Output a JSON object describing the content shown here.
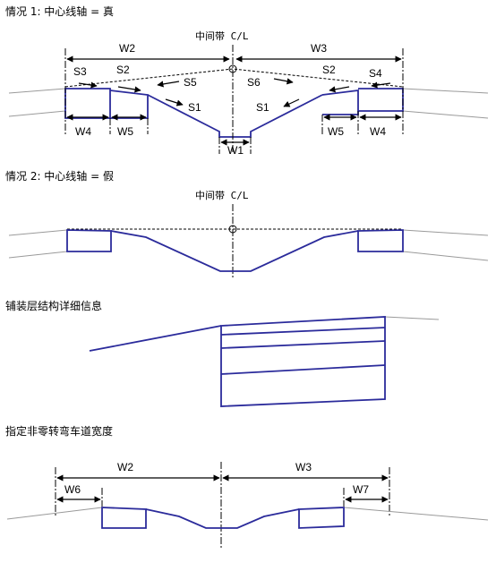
{
  "sections": {
    "case1": {
      "heading": "情况 1:  中心线轴 = 真",
      "centerline": "中间带 C/L",
      "labels": {
        "w1": "W1",
        "w2": "W2",
        "w3": "W3",
        "w4_left": "W4",
        "w4_right": "W4",
        "w5_left": "W5",
        "w5_right": "W5",
        "s1_left": "S1",
        "s1_right": "S1",
        "s2_left": "S2",
        "s2_right": "S2",
        "s3": "S3",
        "s4": "S4",
        "s5": "S5",
        "s6": "S6"
      }
    },
    "case2": {
      "heading": "情况 2:  中心线轴 = 假",
      "centerline": "中间带 C/L"
    },
    "pavement": {
      "heading": "铺装层结构详细信息"
    },
    "lane_width": {
      "heading": "指定非零转弯车道宽度",
      "labels": {
        "w2": "W2",
        "w3": "W3",
        "w6": "W6",
        "w7": "W7"
      }
    }
  },
  "colors": {
    "road": "#2b2b9b",
    "ground": "#9a9a9a",
    "line": "#000000"
  }
}
